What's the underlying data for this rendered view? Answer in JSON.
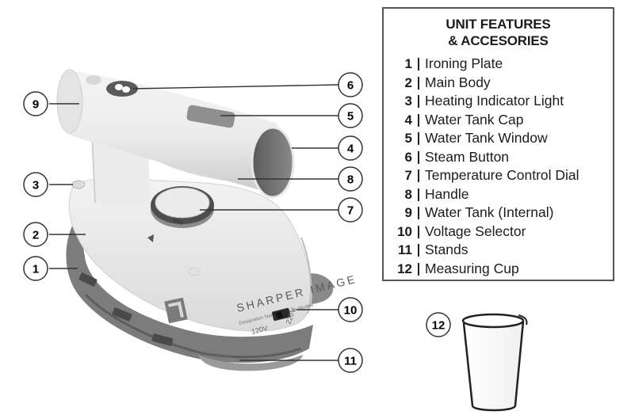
{
  "legend": {
    "title_line1": "UNIT FEATURES",
    "title_line2": "& ACCESORIES",
    "items": [
      {
        "num": "1",
        "label": "Ironing Plate"
      },
      {
        "num": "2",
        "label": "Main Body"
      },
      {
        "num": "3",
        "label": "Heating Indicator Light"
      },
      {
        "num": "4",
        "label": "Water Tank Cap"
      },
      {
        "num": "5",
        "label": "Water Tank Window"
      },
      {
        "num": "6",
        "label": "Steam Button"
      },
      {
        "num": "7",
        "label": "Temperature Control Dial"
      },
      {
        "num": "8",
        "label": "Handle"
      },
      {
        "num": "9",
        "label": "Water Tank (Internal)"
      },
      {
        "num": "10",
        "label": "Voltage Selector"
      },
      {
        "num": "11",
        "label": "Stands"
      },
      {
        "num": "12",
        "label": "Measuring Cup"
      }
    ]
  },
  "product": {
    "brand": "SHARPER IMAGE",
    "dial_mark": "MIN",
    "voltage_low": "120V",
    "voltage_high": "220V",
    "small_print": "Designation Name | Nom de Modèle"
  },
  "callouts": [
    "1",
    "2",
    "3",
    "4",
    "5",
    "6",
    "7",
    "8",
    "9",
    "10",
    "11",
    "12"
  ],
  "colors": {
    "body": "#eeeeee",
    "base": "#7a7a7a",
    "line": "#333333"
  }
}
